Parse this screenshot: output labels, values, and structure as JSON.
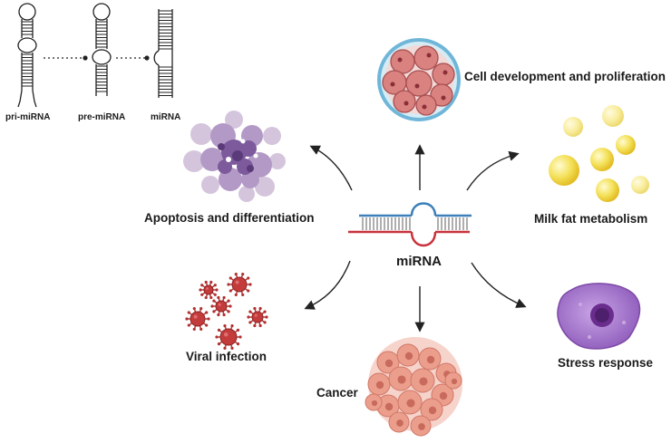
{
  "biogenesis": {
    "pri_label": "pri-miRNA",
    "pre_label": "pre-miRNA",
    "mature_label": "miRNA"
  },
  "center": {
    "label": "miRNA"
  },
  "targets": {
    "cell_development": "Cell development and proliferation",
    "apoptosis": "Apoptosis and differentiation",
    "milk_fat": "Milk fat metabolism",
    "viral": "Viral infection",
    "stress": "Stress response",
    "cancer": "Cancer"
  },
  "colors": {
    "strand_blue": "#3d7fb8",
    "strand_red": "#c8323c",
    "cell_pink": "#d88a8a",
    "apoptosis_purple": "#8a6aa8",
    "fat_yellow": "#f2d94a",
    "virus_red": "#b03030",
    "stress_purple": "#9b6cc4",
    "cancer_salmon": "#eba08f"
  }
}
